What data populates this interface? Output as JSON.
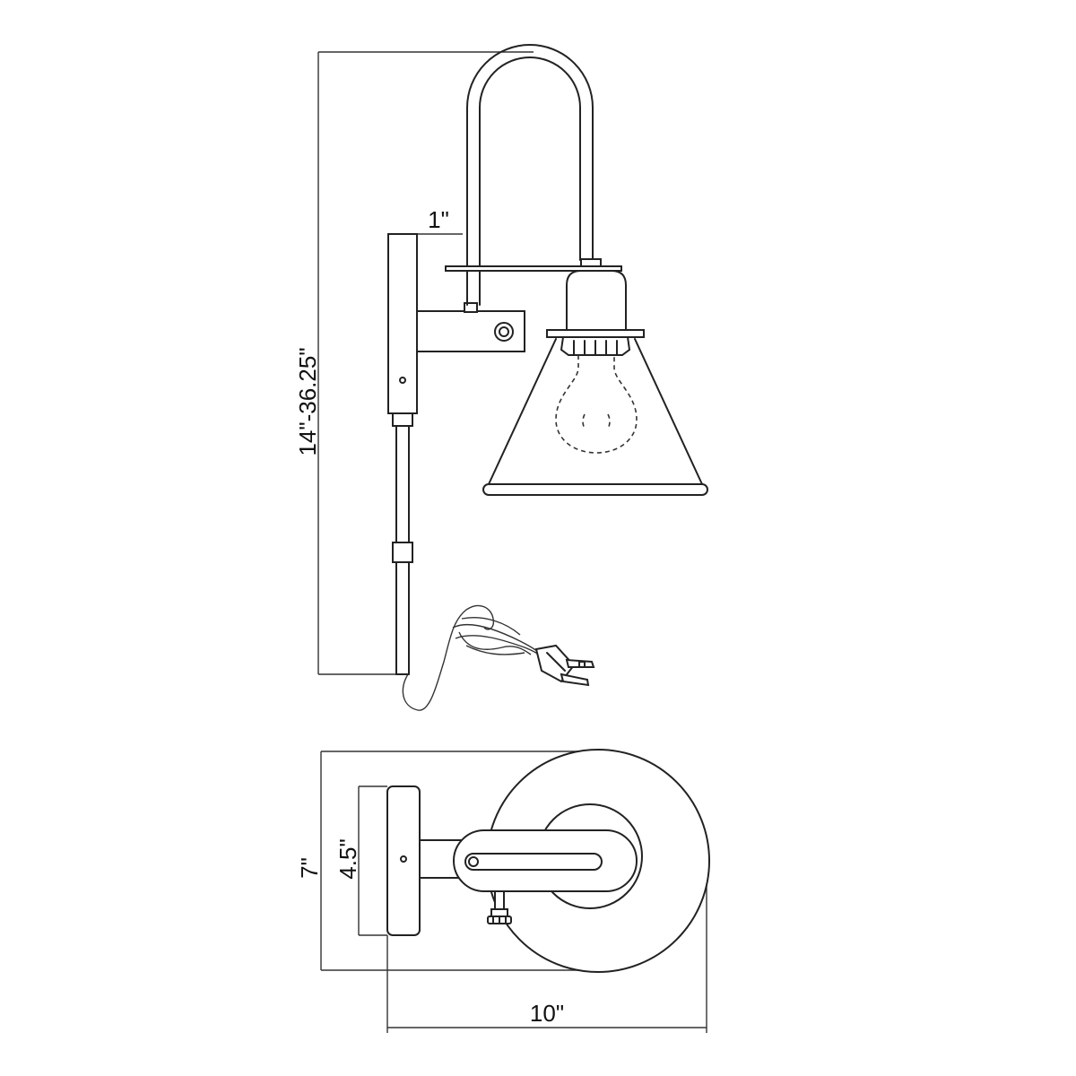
{
  "dimensions": {
    "height_range": "14\"-36.25\"",
    "arm_offset": "1\"",
    "depth": "7\"",
    "backplate_height": "4.5\"",
    "extension": "10\""
  },
  "colors": {
    "line": "#222222",
    "background": "#ffffff"
  },
  "icons": {
    "bulb": "light-bulb-icon",
    "plug": "electrical-plug-icon"
  }
}
